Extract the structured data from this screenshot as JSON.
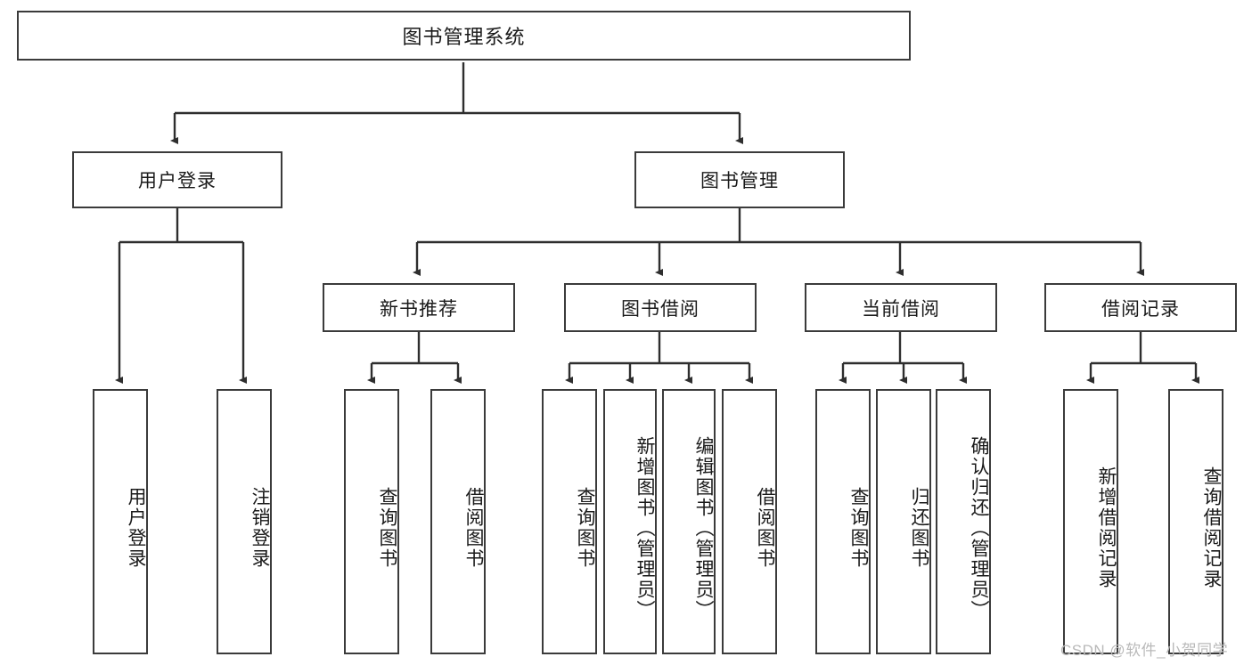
{
  "diagram": {
    "type": "tree",
    "title": "图书管理系统",
    "root": {
      "label": "图书管理系统"
    },
    "level2": [
      {
        "label": "用户登录"
      },
      {
        "label": "图书管理"
      }
    ],
    "level3": [
      {
        "label": "新书推荐"
      },
      {
        "label": "图书借阅"
      },
      {
        "label": "当前借阅"
      },
      {
        "label": "借阅记录"
      }
    ],
    "leaves_user_login": [
      {
        "label": "用户登录"
      },
      {
        "label": "注销登录"
      }
    ],
    "leaves_new_book": [
      {
        "label": "查询图书"
      },
      {
        "label": "借阅图书"
      }
    ],
    "leaves_borrow": [
      {
        "label": "查询图书"
      },
      {
        "label": "新增图书（管理员）"
      },
      {
        "label": "编辑图书（管理员）"
      },
      {
        "label": "借阅图书"
      }
    ],
    "leaves_current": [
      {
        "label": "查询图书"
      },
      {
        "label": "归还图书"
      },
      {
        "label": "确认归还（管理员）"
      }
    ],
    "leaves_record": [
      {
        "label": "新增借阅记录"
      },
      {
        "label": "查询借阅记录"
      }
    ]
  },
  "watermark": {
    "text": "CSDN @软件_小贺同学"
  },
  "colors": {
    "stroke": "#3b3b3b",
    "background": "#ffffff",
    "text": "#1a1a1a",
    "watermark": "#b9b9b9"
  }
}
